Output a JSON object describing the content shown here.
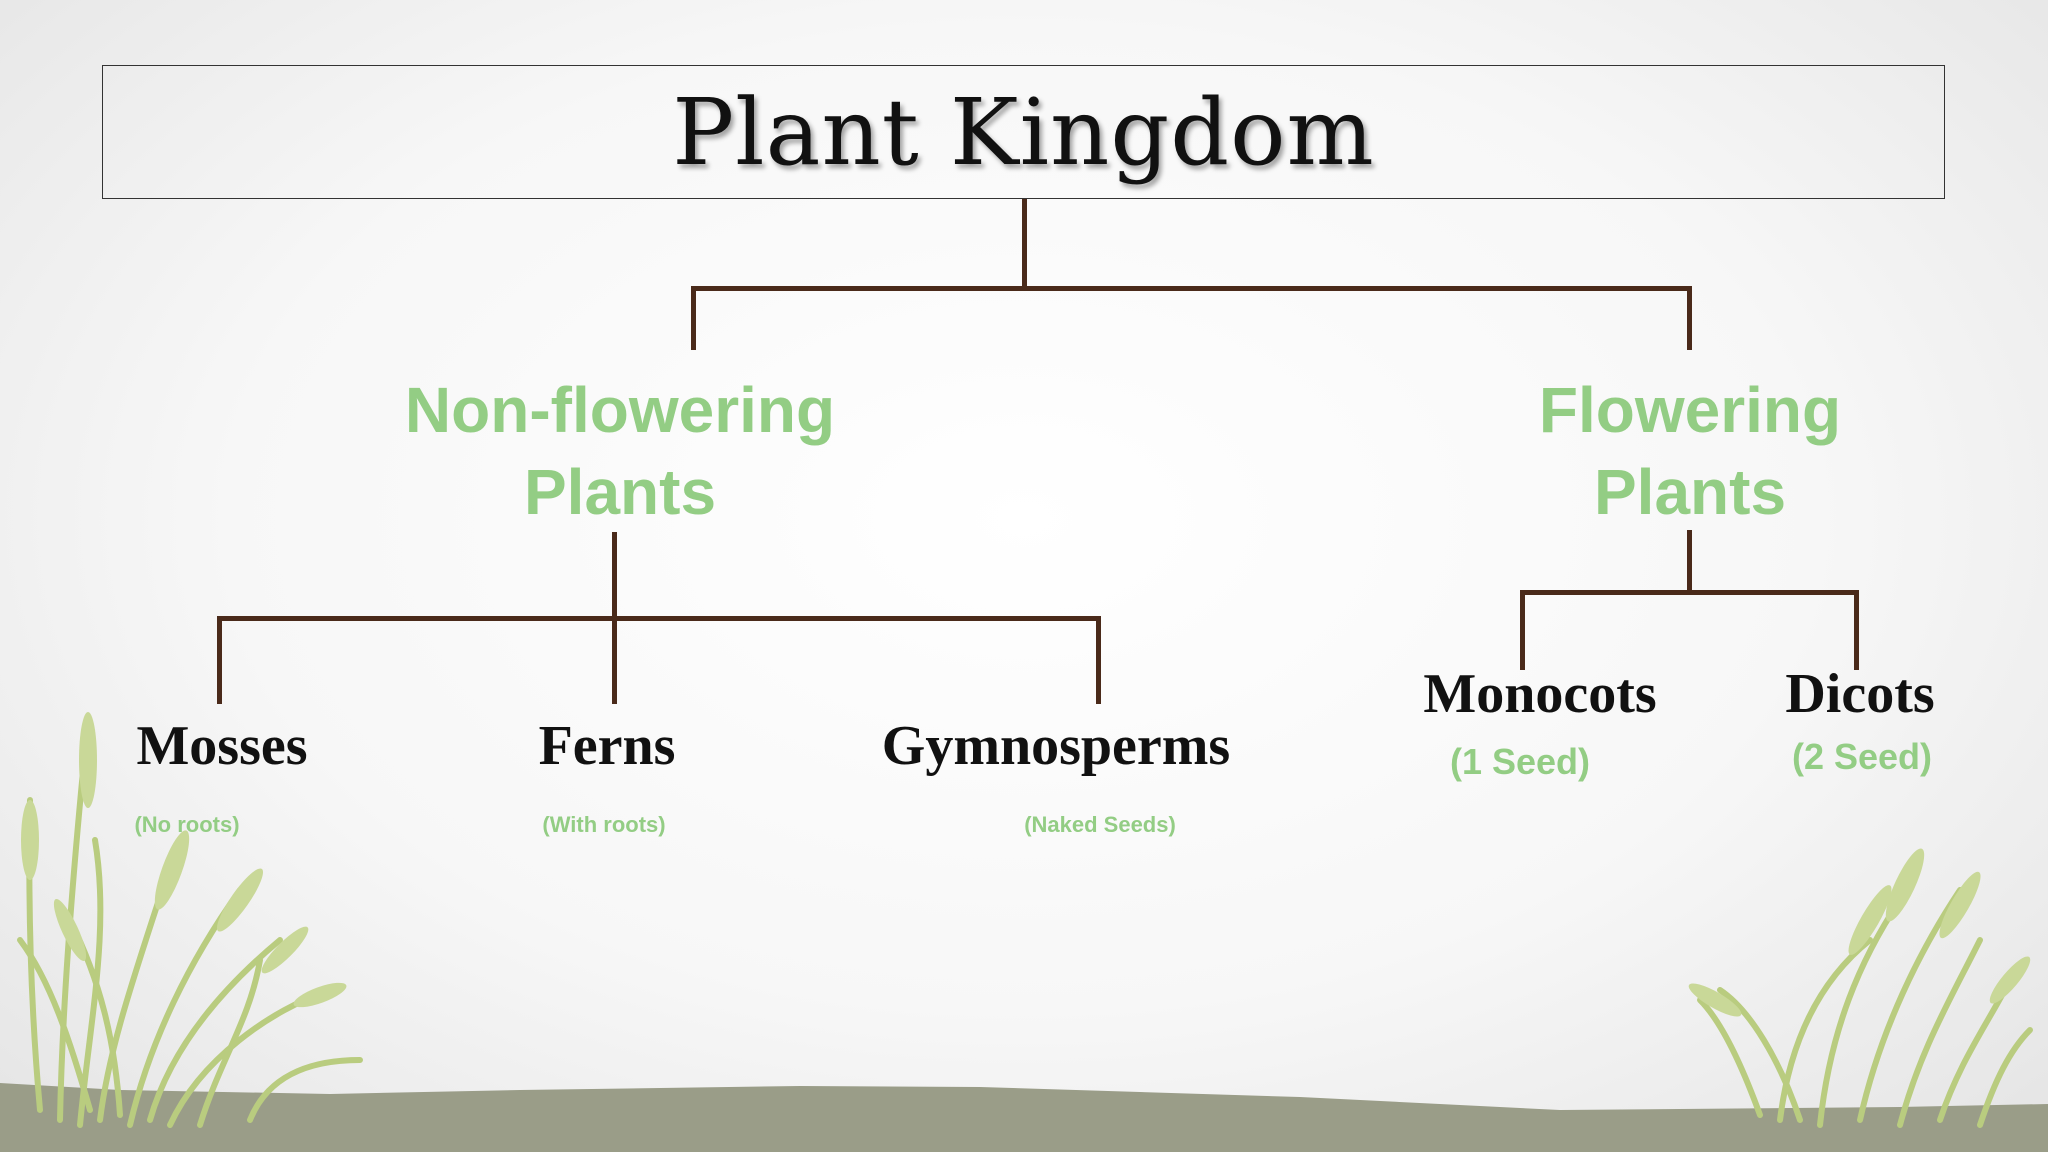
{
  "title": "Plant Kingdom",
  "branches": {
    "non_flowering": {
      "line1": "Non-flowering",
      "line2": "Plants",
      "children": [
        {
          "name": "Mosses",
          "note": "(No roots)"
        },
        {
          "name": "Ferns",
          "note": "(With roots)"
        },
        {
          "name": "Gymnosperms",
          "note": "(Naked Seeds)"
        }
      ]
    },
    "flowering": {
      "line1": "Flowering",
      "line2": "Plants",
      "children": [
        {
          "name": "Monocots",
          "note": "(1 Seed)"
        },
        {
          "name": "Dicots",
          "note": "(2 Seed)"
        }
      ]
    }
  },
  "colors": {
    "accent_green": "#93cd84",
    "connector_brown": "#4a2a1a",
    "ground": "#9a9d88",
    "grass": "#c3d48f"
  },
  "icons": [
    "grass-left-icon",
    "grass-right-icon"
  ]
}
